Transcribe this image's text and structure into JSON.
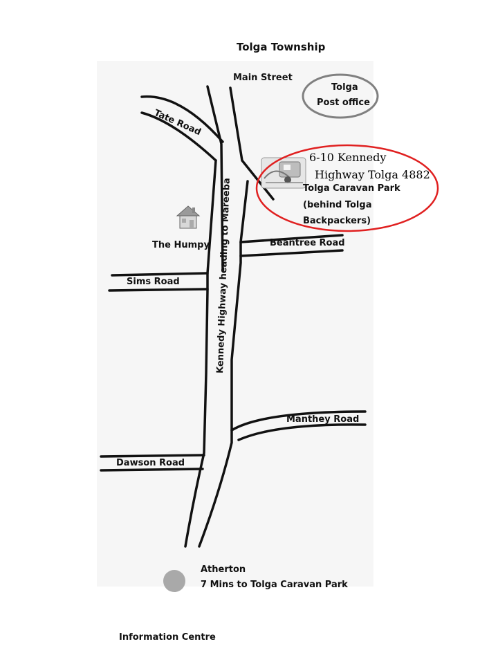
{
  "map": {
    "title": "Tolga Township",
    "roads": {
      "main_street": "Main Street",
      "tate_road": "Tate Road",
      "beantree_road": "Beantree Road",
      "sims_road": "Sims Road",
      "kennedy_highway": "Kennedy Highway heading to Mareeba",
      "manthey_road": "Manthey Road",
      "dawson_road": "Dawson Road"
    },
    "landmarks": {
      "post_office_line1": "Tolga",
      "post_office_line2": "Post office",
      "humpy": "The Humpy",
      "caravan_park": "Tolga Caravan Park",
      "caravan_park_note_line1": "(behind Tolga",
      "caravan_park_note_line2": "Backpackers)",
      "address_line1": "6-10 Kennedy",
      "address_line2": "Highway Tolga 4882",
      "atherton": "Atherton",
      "atherton_distance": "7 Mins to Tolga Caravan Park",
      "information_centre": "Information Centre"
    },
    "colors": {
      "highlight_ellipse": "#e02020",
      "post_office_ellipse": "#808080",
      "atherton_dot": "#a9a9a9",
      "road": "#111111"
    },
    "icons": {
      "humpy": "house-icon",
      "caravan": "caravan-icon",
      "atherton": "circle-marker-icon"
    }
  }
}
